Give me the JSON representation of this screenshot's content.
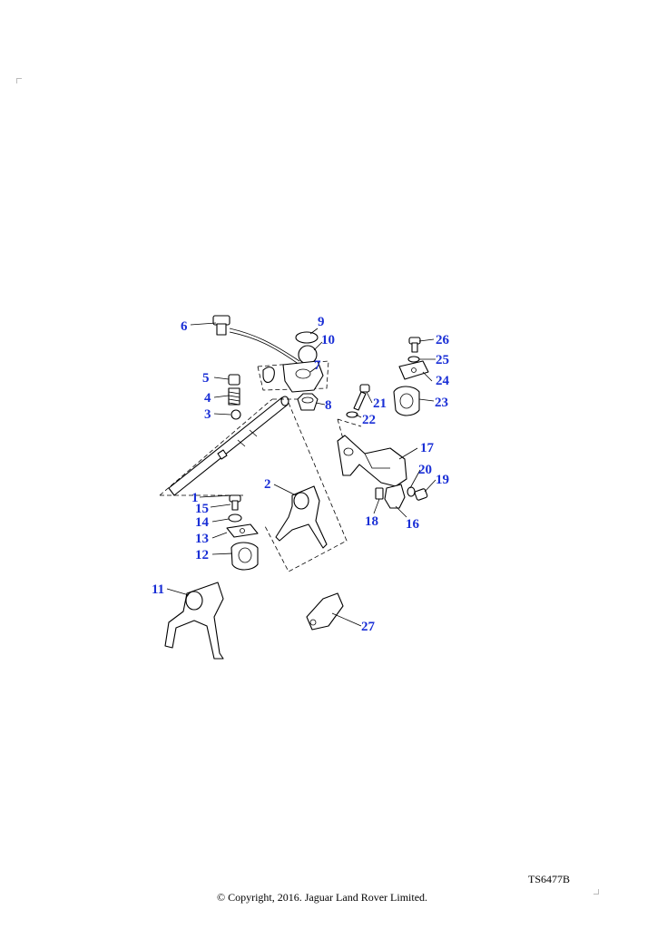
{
  "diagram": {
    "drawing_ref": "TS6477B",
    "copyright": "© Copyright, 2016. Jaguar Land Rover Limited.",
    "callouts": [
      "1",
      "2",
      "3",
      "4",
      "5",
      "6",
      "7",
      "8",
      "9",
      "10",
      "11",
      "12",
      "13",
      "14",
      "15",
      "16",
      "17",
      "18",
      "19",
      "20",
      "21",
      "22",
      "23",
      "24",
      "25",
      "26",
      "27"
    ]
  }
}
